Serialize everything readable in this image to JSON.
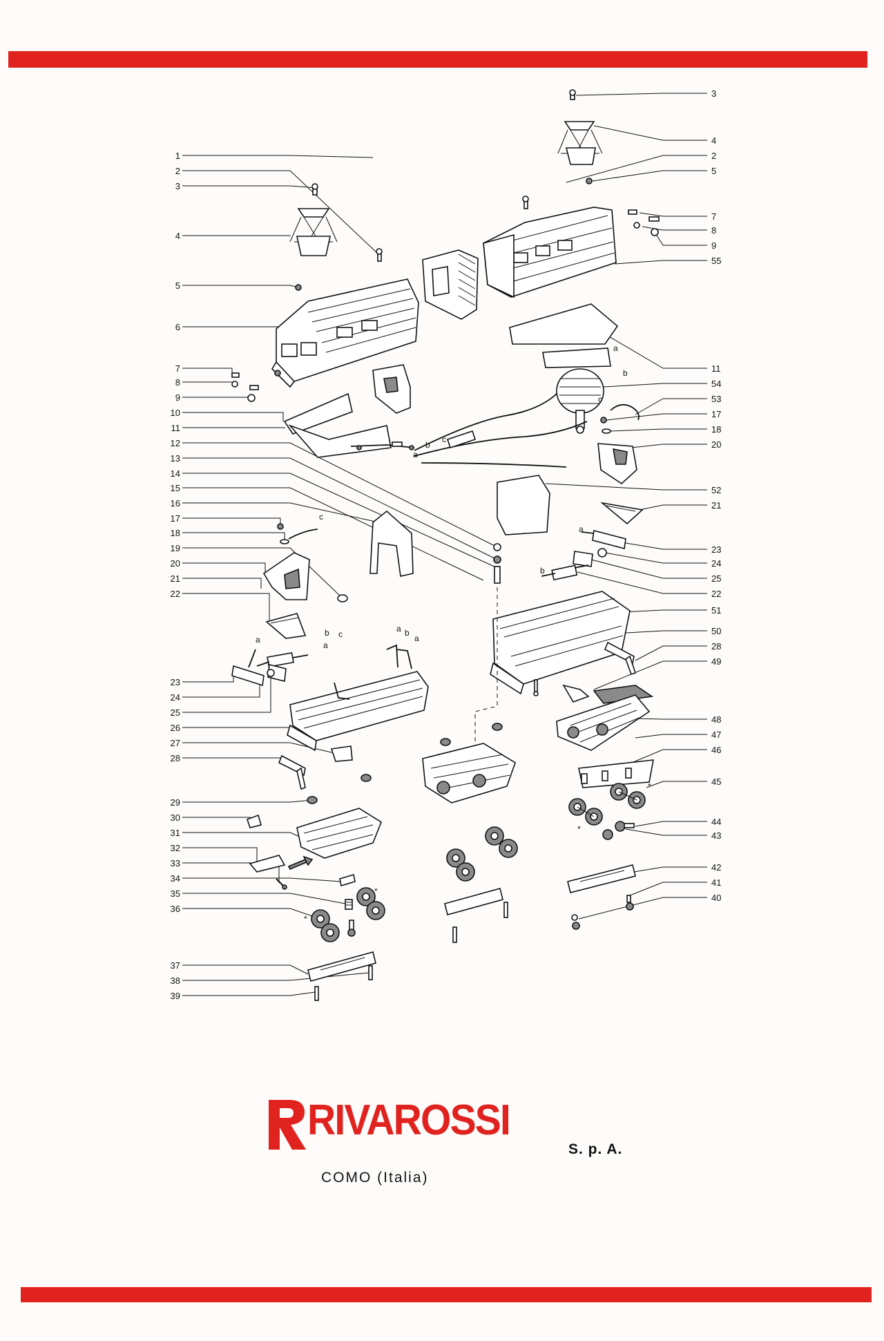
{
  "brand": {
    "name": "RIVAROSSI",
    "suffix": "S. p. A.",
    "location": "COMO  (Italia)",
    "logo_initial": "R",
    "color": "#e1231f"
  },
  "colors": {
    "band": "#e1231f",
    "ink": "#111111",
    "paper": "#fdfcfa"
  },
  "callouts_left": [
    "1",
    "2",
    "3",
    "4",
    "5",
    "6",
    "7",
    "8",
    "9",
    "10",
    "11",
    "12",
    "13",
    "14",
    "15",
    "16",
    "17",
    "18",
    "19",
    "20",
    "21",
    "22",
    "23",
    "24",
    "25",
    "26",
    "27",
    "28",
    "29",
    "30",
    "31",
    "32",
    "33",
    "34",
    "35",
    "36",
    "37",
    "38",
    "39"
  ],
  "callouts_right": [
    "3",
    "4",
    "2",
    "5",
    "7",
    "8",
    "9",
    "55",
    "11",
    "54",
    "53",
    "17",
    "18",
    "20",
    "52",
    "21",
    "23",
    "24",
    "25",
    "22",
    "51",
    "50",
    "28",
    "49",
    "48",
    "47",
    "46",
    "45",
    "44",
    "43",
    "42",
    "41",
    "40"
  ],
  "wire_labels": [
    "a",
    "b",
    "c",
    "a",
    "b",
    "c",
    "a",
    "b",
    "a",
    "c",
    "b",
    "a",
    "a",
    "c",
    "b",
    "a"
  ]
}
